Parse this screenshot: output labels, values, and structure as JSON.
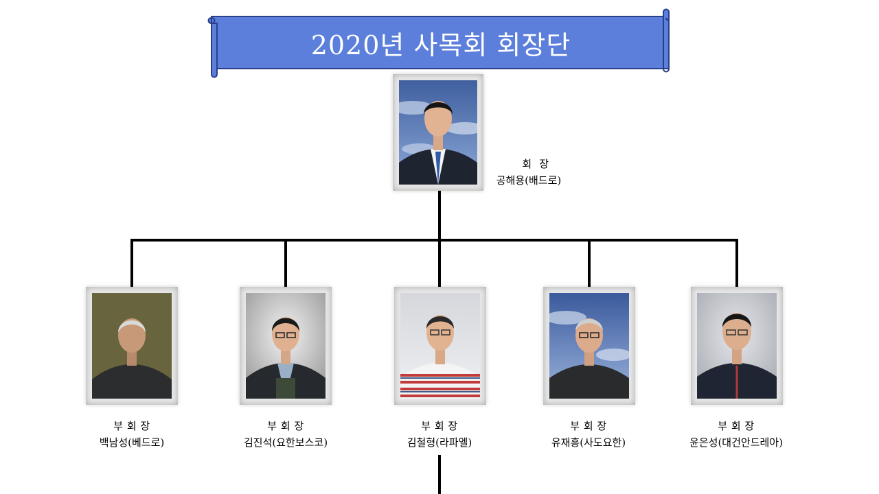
{
  "banner": {
    "title": "2020년 사목회 회장단",
    "color": "#5b7fdb"
  },
  "president": {
    "role": "회  장",
    "name": "공해용(배드로)"
  },
  "vice_presidents": [
    {
      "role": "부 회 장",
      "name": "백남성(베드로)"
    },
    {
      "role": "부 회 장",
      "name": "김진석(요한보스코)"
    },
    {
      "role": "부 회 장",
      "name": "김철형(라파엘)"
    },
    {
      "role": "부 회 장",
      "name": "유재흥(사도요한)"
    },
    {
      "role": "부 회 장",
      "name": "윤은성(대건안드레아)"
    }
  ],
  "photo_backgrounds": {
    "president": "sky",
    "vp1": "olive",
    "vp2": "gray",
    "vp3": "gray",
    "vp4": "sky",
    "vp5": "gray"
  }
}
